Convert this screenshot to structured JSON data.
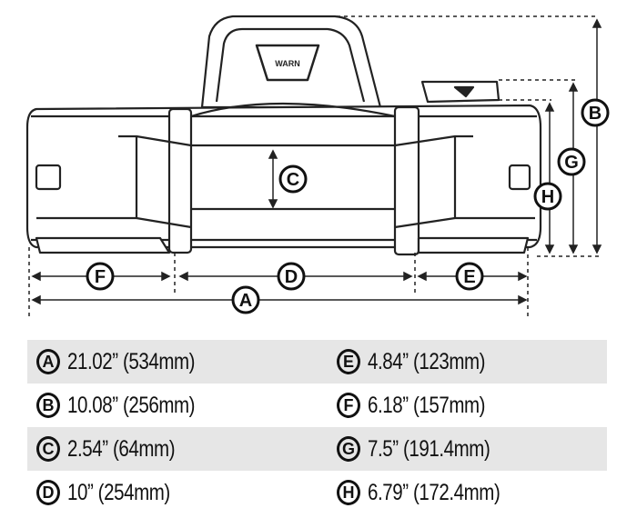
{
  "logo_text": "WARN",
  "dimension_labels": [
    "A",
    "B",
    "C",
    "D",
    "E",
    "F",
    "G",
    "H"
  ],
  "specs": [
    {
      "letter": "A",
      "value": "21.02” (534mm)"
    },
    {
      "letter": "B",
      "value": "10.08” (256mm)"
    },
    {
      "letter": "C",
      "value": "2.54” (64mm)"
    },
    {
      "letter": "D",
      "value": "10” (254mm)"
    },
    {
      "letter": "E",
      "value": "4.84” (123mm)"
    },
    {
      "letter": "F",
      "value": "6.18” (157mm)"
    },
    {
      "letter": "G",
      "value": "7.5” (191.4mm)"
    },
    {
      "letter": "H",
      "value": "6.79” (172.4mm)"
    }
  ]
}
